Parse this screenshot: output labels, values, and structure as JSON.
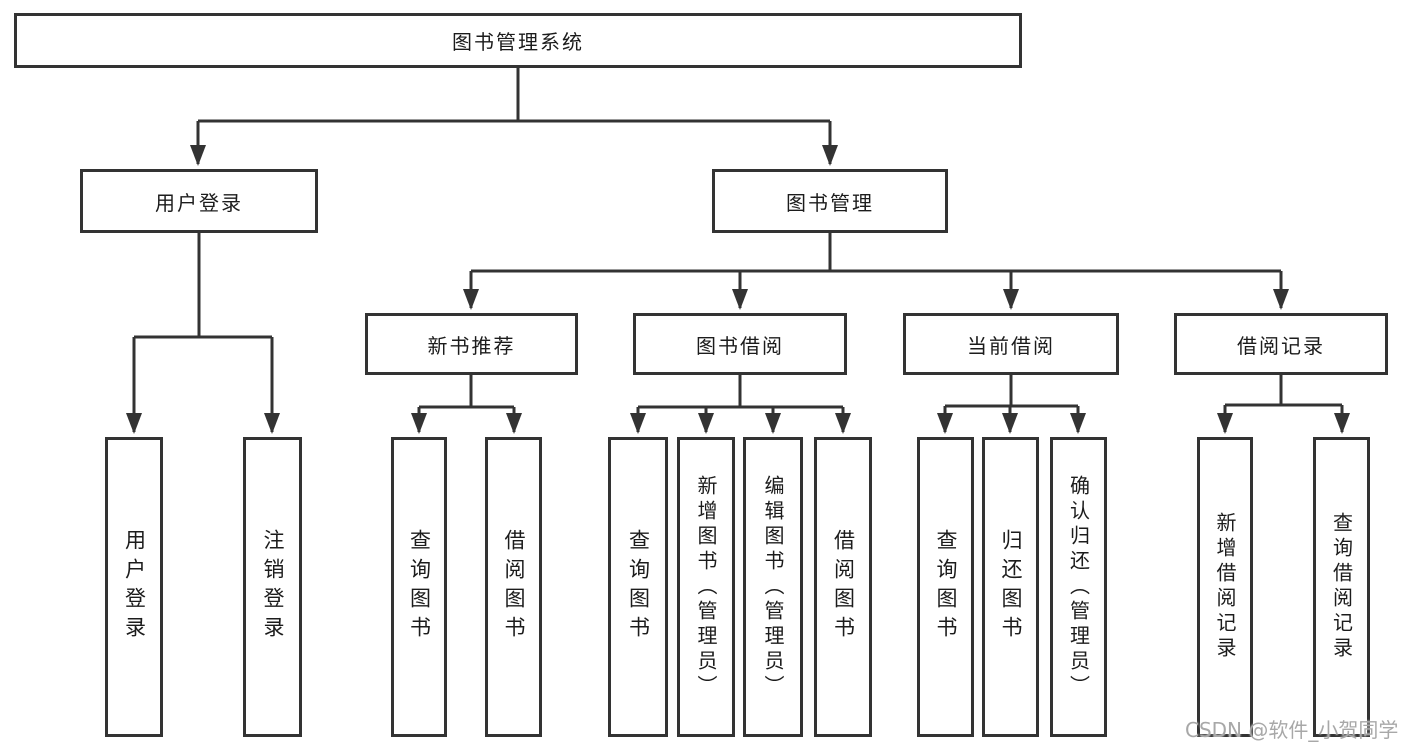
{
  "diagram": {
    "title": "图书管理系统",
    "root": {
      "label": "图书管理系统"
    },
    "level2": [
      {
        "id": "user-login",
        "label": "用户登录"
      },
      {
        "id": "book-management",
        "label": "图书管理"
      }
    ],
    "level3": [
      {
        "id": "new-book-recommend",
        "label": "新书推荐",
        "parent": "图书管理"
      },
      {
        "id": "book-borrow",
        "label": "图书借阅",
        "parent": "图书管理"
      },
      {
        "id": "current-borrow",
        "label": "当前借阅",
        "parent": "图书管理"
      },
      {
        "id": "borrow-records",
        "label": "借阅记录",
        "parent": "图书管理"
      }
    ],
    "leaves": [
      {
        "parent": "用户登录",
        "label": "用户登录"
      },
      {
        "parent": "用户登录",
        "label": "注销登录"
      },
      {
        "parent": "新书推荐",
        "label": "查询图书"
      },
      {
        "parent": "新书推荐",
        "label": "借阅图书"
      },
      {
        "parent": "图书借阅",
        "label": "查询图书"
      },
      {
        "parent": "图书借阅",
        "label": "新增图书（管理员）"
      },
      {
        "parent": "图书借阅",
        "label": "编辑图书（管理员）"
      },
      {
        "parent": "图书借阅",
        "label": "借阅图书"
      },
      {
        "parent": "当前借阅",
        "label": "查询图书"
      },
      {
        "parent": "当前借阅",
        "label": "归还图书"
      },
      {
        "parent": "当前借阅",
        "label": "确认归还（管理员）"
      },
      {
        "parent": "借阅记录",
        "label": "新增借阅记录"
      },
      {
        "parent": "借阅记录",
        "label": "查询借阅记录"
      }
    ]
  },
  "watermark": {
    "text": "CSDN @软件_小贺同学"
  },
  "colors": {
    "line": "#333333",
    "text": "#1c1c1c",
    "box_background": "#ffffff",
    "watermark": "#a8a8a8"
  }
}
